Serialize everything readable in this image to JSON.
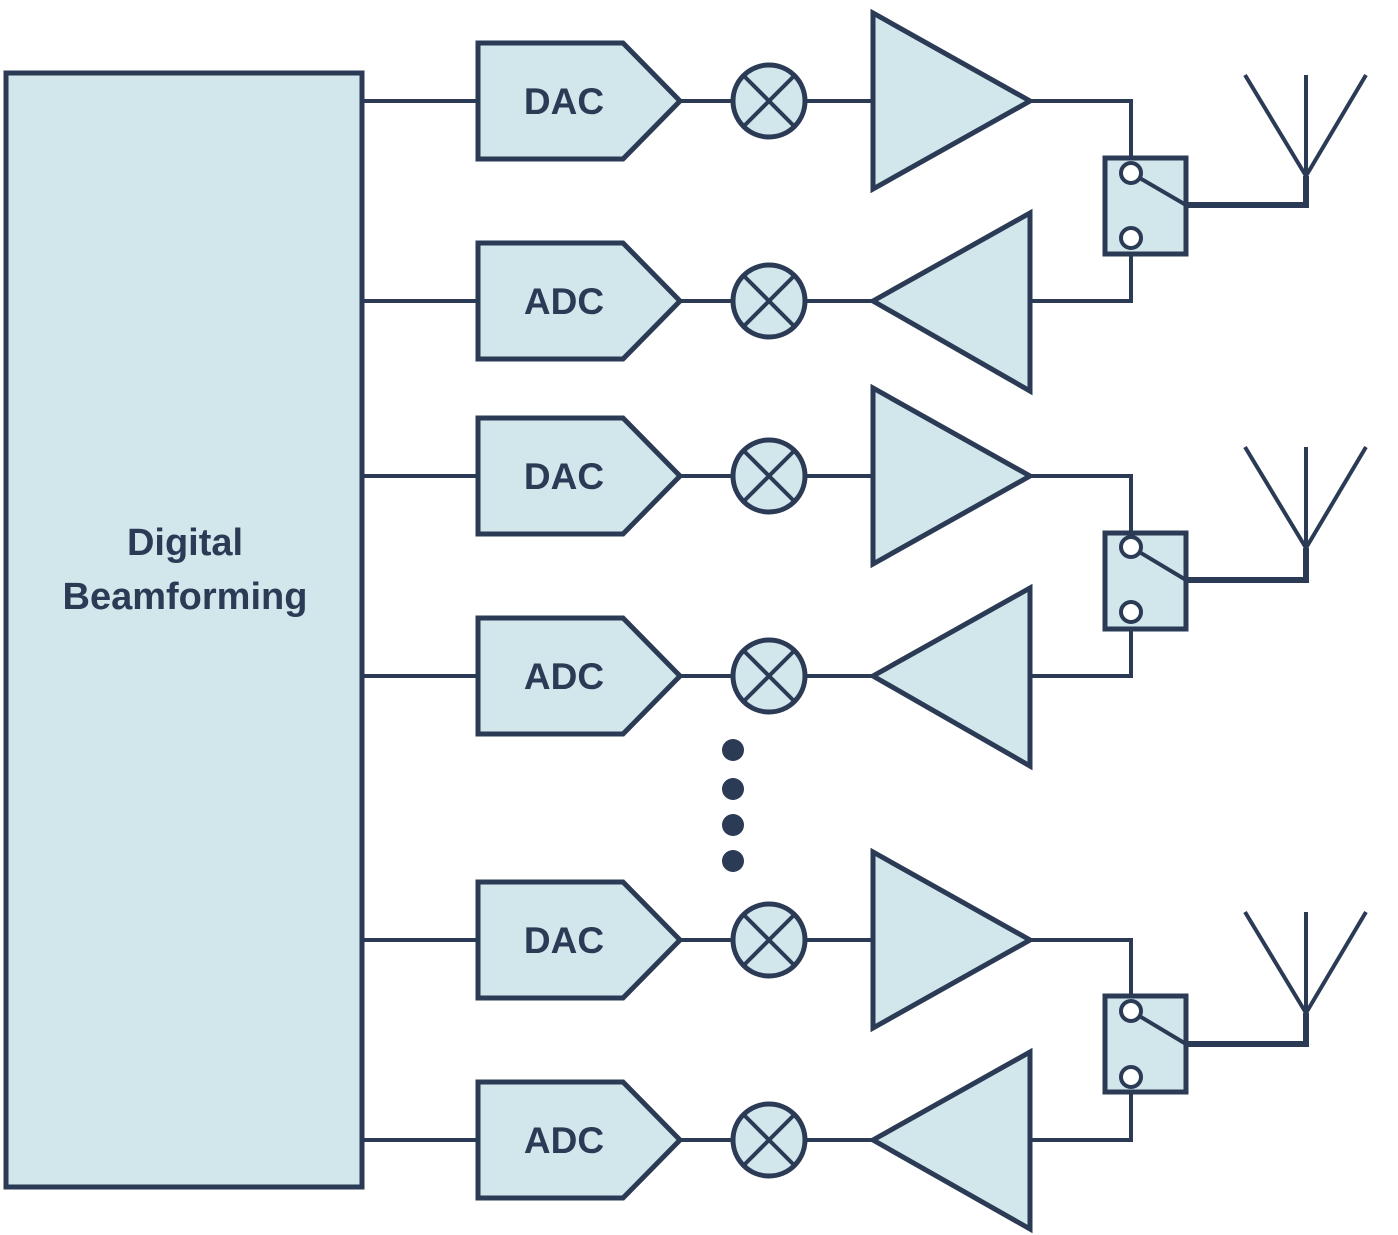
{
  "beamformer": {
    "line1": "Digital",
    "line2": "Beamforming"
  },
  "channels": [
    {
      "tx": {
        "converter": "DAC"
      },
      "rx": {
        "converter": "ADC"
      }
    },
    {
      "tx": {
        "converter": "DAC"
      },
      "rx": {
        "converter": "ADC"
      }
    },
    {
      "tx": {
        "converter": "DAC"
      },
      "rx": {
        "converter": "ADC"
      }
    }
  ],
  "colors": {
    "fill": "#d2e7ec",
    "stroke": "#2b3a55",
    "background": "#ffffff"
  },
  "ellipsis_dots": 4
}
